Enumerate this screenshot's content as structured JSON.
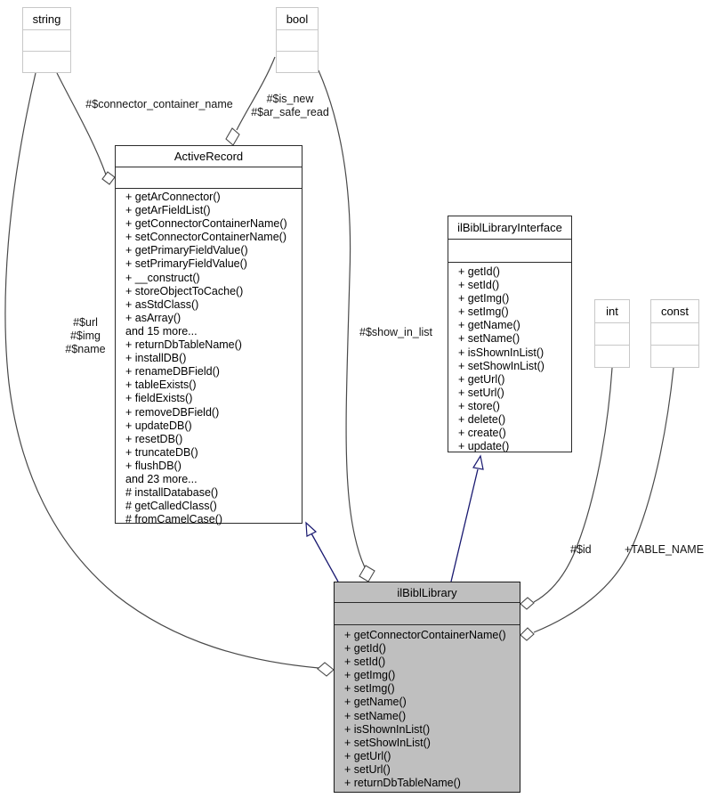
{
  "diagram_title": "ilBiblLibrary collaboration diagram",
  "colors": {
    "inheritance_edge": "#191970",
    "member_edge": "#4a4a4a",
    "focus_fill": "#bfbfbf",
    "plain_border": "#c8c8c8",
    "class_border": "#2b2b2b"
  },
  "classes": {
    "string": {
      "name": "string"
    },
    "bool": {
      "name": "bool"
    },
    "int": {
      "name": "int"
    },
    "const": {
      "name": "const"
    },
    "active_record": {
      "name": "ActiveRecord",
      "members": [
        "+ getArConnector()",
        "+ getArFieldList()",
        "+ getConnectorContainerName()",
        "+ setConnectorContainerName()",
        "+ getPrimaryFieldValue()",
        "+ setPrimaryFieldValue()",
        "+ __construct()",
        "+ storeObjectToCache()",
        "+ asStdClass()",
        "+ asArray()",
        "and 15 more...",
        "+ returnDbTableName()",
        "+ installDB()",
        "+ renameDBField()",
        "+ tableExists()",
        "+ fieldExists()",
        "+ removeDBField()",
        "+ updateDB()",
        "+ resetDB()",
        "+ truncateDB()",
        "+ flushDB()",
        "and 23 more...",
        "# installDatabase()",
        "# getCalledClass()",
        "# fromCamelCase()"
      ]
    },
    "interface": {
      "name": "ilBiblLibraryInterface",
      "members": [
        "+ getId()",
        "+ setId()",
        "+ getImg()",
        "+ setImg()",
        "+ getName()",
        "+ setName()",
        "+ isShownInList()",
        "+ setShowInList()",
        "+ getUrl()",
        "+ setUrl()",
        "+ store()",
        "+ delete()",
        "+ create()",
        "+ update()"
      ]
    },
    "library": {
      "name": "ilBiblLibrary",
      "members": [
        "+ getConnectorContainerName()",
        "+ getId()",
        "+ setId()",
        "+ getImg()",
        "+ setImg()",
        "+ getName()",
        "+ setName()",
        "+ isShownInList()",
        "+ setShowInList()",
        "+ getUrl()",
        "+ setUrl()",
        "+ returnDbTableName()"
      ]
    }
  },
  "edge_labels": {
    "connector_container_name": "#$connector_container_name",
    "is_new_ar_safe_read": "#$is_new\n#$ar_safe_read",
    "url_img_name": "#$url\n#$img\n#$name",
    "show_in_list": "#$show_in_list",
    "id": "#$id",
    "table_name": "+TABLE_NAME"
  }
}
